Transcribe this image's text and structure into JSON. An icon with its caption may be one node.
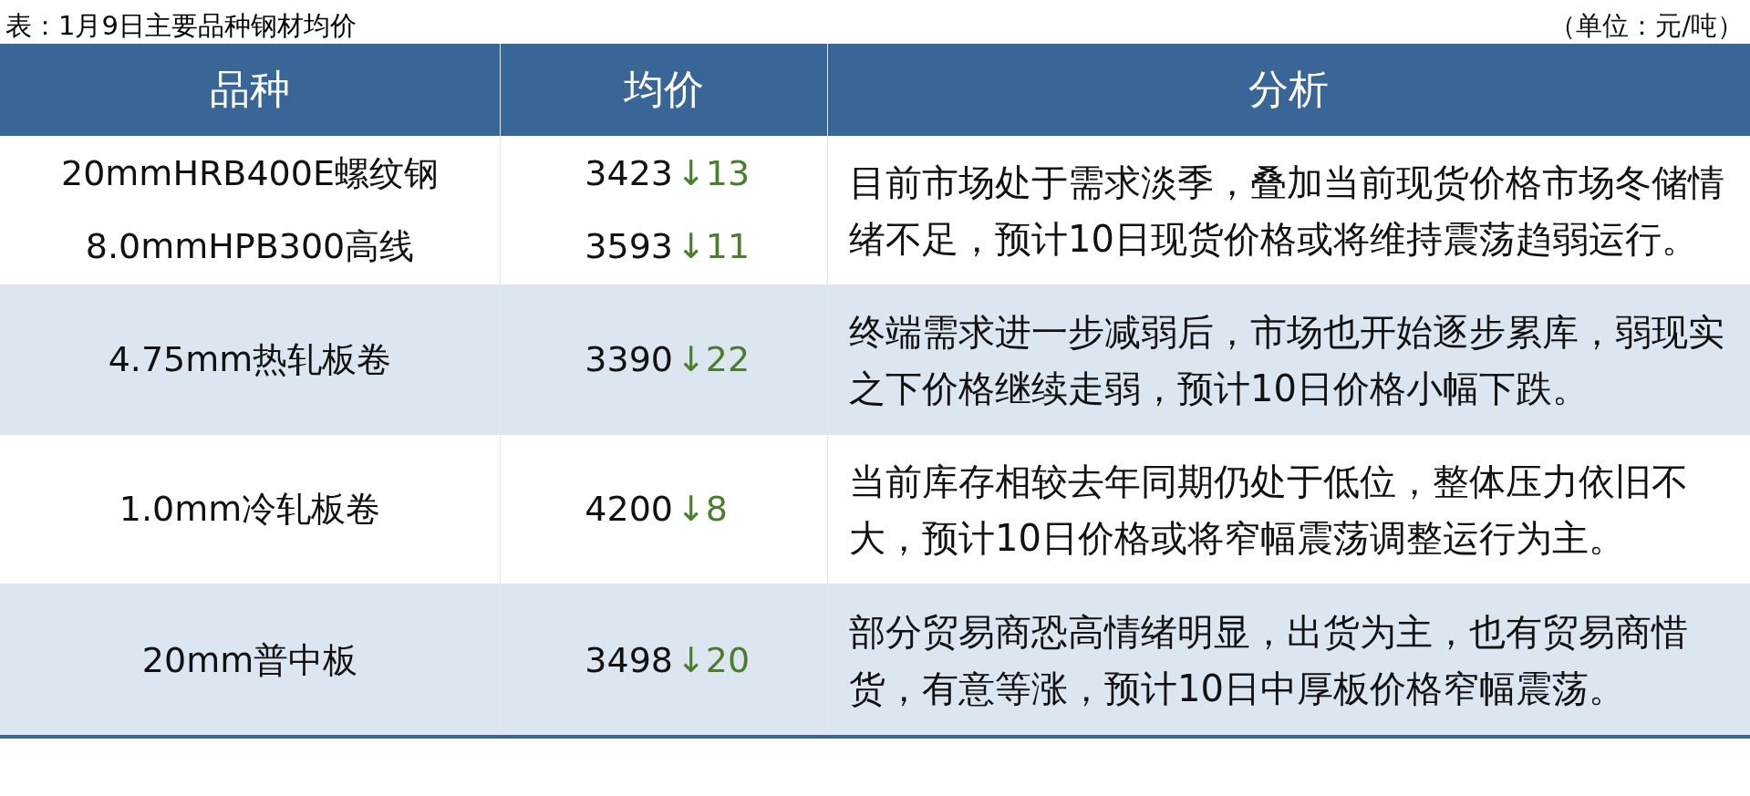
{
  "diagram": {
    "title": "表：1月9日主要品种钢材均价",
    "labels": [
      "（单位：元/吨）",
      "品种",
      "均价",
      "分析",
      "20mmHRB400E螺纹钢",
      "3423",
      "↓13",
      "目前市场处于需求淡季，叠加当前现货价格市场冬储情绪不足，预计10日现货价格或将维持震荡趋弱运行。",
      "8.0mmHPB300高线",
      "3593",
      "↓11",
      "4.75mm热轧板卷",
      "3390",
      "↓22",
      "终端需求进一步减弱后，市场也开始逐步累库，弱现实之下价格继续走弱，预计10日价格小幅下跌。",
      "1.0mm冷轧板卷",
      "4200",
      "↓8",
      "当前库存相较去年同期仍处于低位，整体压力依旧不大，预计10日价格或将窄幅震荡调整运行为主。",
      "20mm普中板",
      "3498",
      "↓20",
      "部分贸易商恐高情绪明显，出货为主，也有贸易商惜货，有意等涨，预计10日中厚板价格窄幅震荡。"
    ]
  }
}
